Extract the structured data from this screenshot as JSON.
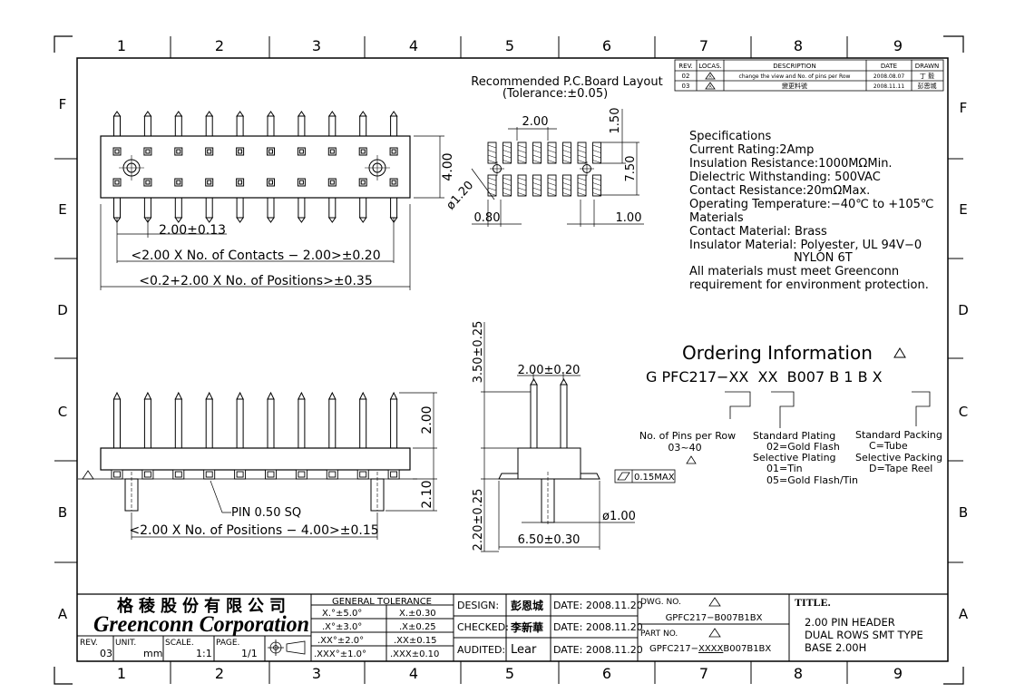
{
  "frame": {
    "columns": [
      "1",
      "2",
      "3",
      "4",
      "5",
      "6",
      "7",
      "8",
      "9"
    ],
    "rows": [
      "F",
      "E",
      "D",
      "C",
      "B",
      "A"
    ]
  },
  "revision_table": {
    "headers": [
      "REV.",
      "LOCAS.",
      "DESCRIPTION",
      "DATE",
      "DRAWN"
    ],
    "rows": [
      {
        "rev": "02",
        "locas": "A",
        "description": "change the view and No. of pins per Row",
        "date": "2008.08.07",
        "drawn": "丁 毅"
      },
      {
        "rev": "03",
        "locas": "A",
        "description": "變更料號",
        "date": "2008.11.11",
        "drawn": "彭恩城"
      }
    ]
  },
  "pcb_layout": {
    "title": "Recommended P.C.Board Layout",
    "tolerance": "(Tolerance:±0.05)",
    "dim_pitch": "2.00",
    "dim_pad_h": "1.50",
    "dim_rows": "7.50",
    "dim_hole": "ø1.20",
    "dim_left": "0.80",
    "dim_right": "1.00"
  },
  "top_view": {
    "dim_height": "4.00",
    "dim_pitch": "2.00±0.13",
    "dim_contacts": "<2.00 X No. of Contacts − 2.00>±0.20",
    "dim_positions": "<0.2+2.00 X No. of Positions>±0.35"
  },
  "specifications": {
    "lines": [
      "Specifications",
      "Current Rating:2Amp",
      "Insulation Resistance:1000MΩMin.",
      "Dielectric Withstanding:   500VAC",
      "Contact Resistance:20mΩMax.",
      "Operating Temperature:−40℃ to +105℃",
      "Materials",
      "Contact Material: Brass",
      "Insulator Material: Polyester, UL 94V−0",
      "NYLON 6T",
      "All materials must meet Greenconn",
      "requirement for environment protection."
    ]
  },
  "ordering": {
    "title": "Ordering Information",
    "code": "G PFC217−XX  XX  B007 B 1 B X",
    "pins_label": "No. of Pins per Row",
    "pins_range": "03~40",
    "plating_std": "Standard Plating",
    "plating_std_val": "02=Gold Flash",
    "plating_sel": "Selective Plating",
    "plating_sel_val1": "01=Tin",
    "plating_sel_val2": "05=Gold Flash/Tin",
    "packing": "Standard Packing",
    "packing_val1": "C=Tube",
    "packing_sel": "Selective Packing",
    "packing_val2": "D=Tape Reel"
  },
  "front_view": {
    "dim_top": "2.00",
    "dim_bottom": "2.10",
    "pin_label": "PIN 0.50 SQ",
    "dim_positions": "<2.00 X No. of Positions − 4.00>±0.15"
  },
  "side_view": {
    "dim_top": "3.50±0.25",
    "dim_pitch": "2.00±0.20",
    "dim_bottom": "2.20±0.25",
    "dim_width": "6.50±0.30",
    "dim_dia": "ø1.00",
    "flatness": "0.15MAX"
  },
  "title_block": {
    "company_cn": "格稜股份有限公司",
    "company_en": "Greenconn Corporation",
    "rev_label": "REV.",
    "rev_val": "03",
    "unit_label": "UNIT.",
    "unit_val": "mm",
    "scale_label": "SCALE.",
    "scale_val": "1:1",
    "page_label": "PAGE.",
    "page_val": "1/1",
    "tolerance_title": "GENERAL TOLERANCE",
    "tolerance_rows": [
      [
        "X.°±5.0°",
        "X.±0.30"
      ],
      [
        ".X°±3.0°",
        ".X±0.25"
      ],
      [
        ".XX°±2.0°",
        ".XX±0.15"
      ],
      [
        ".XXX°±1.0°",
        ".XXX±0.10"
      ]
    ],
    "design_label": "DESIGN:",
    "design_val": "彭恩城",
    "checked_label": "CHECKED:",
    "checked_val": "李新華",
    "audited_label": "AUDITED:",
    "audited_val": "Lear",
    "date1": "DATE: 2008.11.20",
    "date2": "DATE: 2008.11.20",
    "date3": "DATE: 2008.11.20",
    "dwg_label": "DWG. NO.",
    "dwg_val": "GPFC217−B007B1BX",
    "part_label": "PART NO.",
    "part_val_pre": "GPFC217−",
    "part_val_x": "XXXX",
    "part_val_post": "B007B1BX",
    "title_label": "TITLE.",
    "title_lines": [
      "2.00 PIN HEADER",
      "DUAL ROWS SMT TYPE",
      "BASE 2.00H"
    ]
  }
}
